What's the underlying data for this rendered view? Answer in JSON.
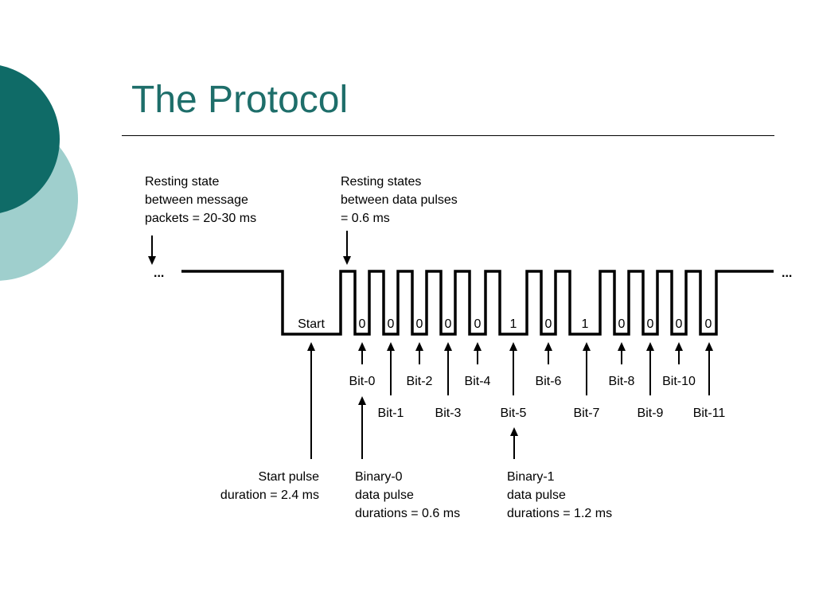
{
  "slide": {
    "title": "The Protocol",
    "accent_color": "#1e6e6a",
    "decor_dark": "#0f6b67",
    "decor_light": "#9fcfcd"
  },
  "diagram": {
    "callout_resting_packets": [
      "Resting state",
      "between message",
      "packets = 20-30 ms"
    ],
    "callout_resting_pulses": [
      "Resting states",
      "between data pulses",
      "=  0.6 ms"
    ],
    "ellipsis": "...",
    "start_label": "Start",
    "bit_values": [
      "0",
      "0",
      "0",
      "0",
      "0",
      "1",
      "0",
      "1",
      "0",
      "0",
      "0",
      "0"
    ],
    "bit_labels": [
      "Bit-0",
      "Bit-1",
      "Bit-2",
      "Bit-3",
      "Bit-4",
      "Bit-5",
      "Bit-6",
      "Bit-7",
      "Bit-8",
      "Bit-9",
      "Bit-10",
      "Bit-11"
    ],
    "note_start": [
      "Start pulse",
      "duration =  2.4 ms"
    ],
    "note_binary0": [
      "Binary-0",
      "data pulse",
      "durations = 0.6 ms"
    ],
    "note_binary1": [
      "Binary-1",
      "data pulse",
      "durations = 1.2 ms"
    ]
  }
}
